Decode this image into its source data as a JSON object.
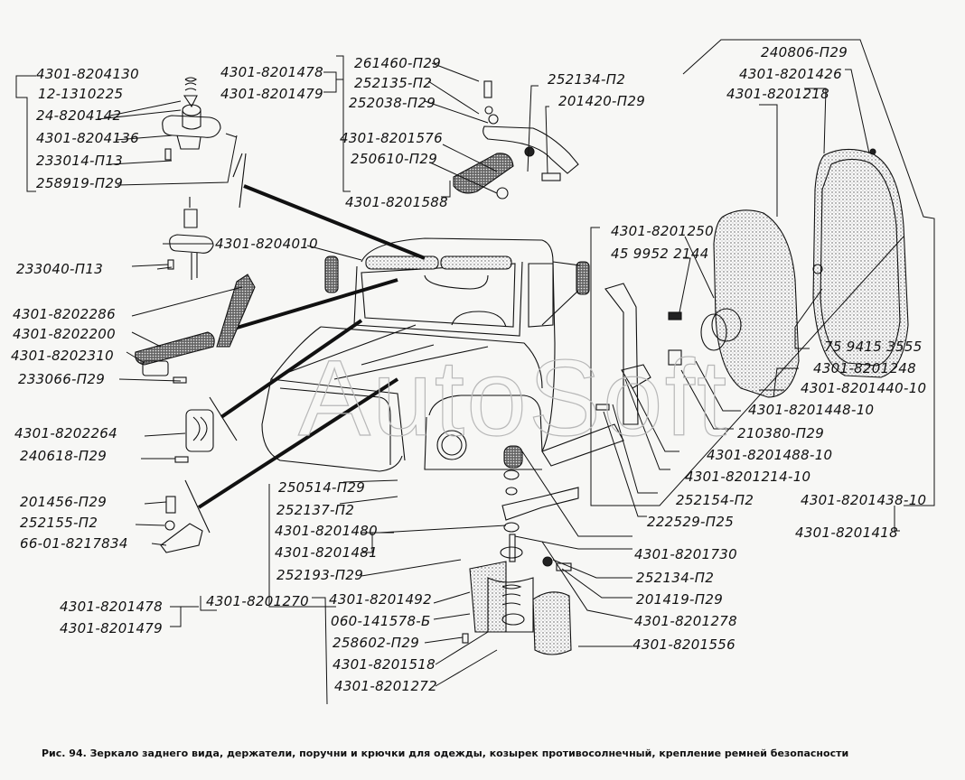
{
  "figure": {
    "caption": "Рис. 94. Зеркало заднего вида, держатели, поручни и крючки для одежды, козырек противосолнечный, крепление ремней безопасности",
    "watermark": "AutoSoft"
  },
  "labels": {
    "l4301_8204130": "4301-8204130",
    "l12_1310225": "12-1310225",
    "l24_8204142": "24-8204142",
    "l4301_8204136": "4301-8204136",
    "l233014_p13": "233014-П13",
    "l258919_p29": "258919-П29",
    "l4301_8201478_top": "4301-8201478",
    "l4301_8201479_top": "4301-8201479",
    "l261460_p29": "261460-П29",
    "l252135_p2": "252135-П2",
    "l252038_p29": "252038-П29",
    "l4301_8201576": "4301-8201576",
    "l250610_p29": "250610-П29",
    "l4301_8201588": "4301-8201588",
    "l252134_p2_top": "252134-П2",
    "l201420_p29": "201420-П29",
    "l240806_p29": "240806-П29",
    "l4301_8201426": "4301-8201426",
    "l4301_8201218": "4301-8201218",
    "l4301_8204010": "4301-8204010",
    "l233040_p13": "233040-П13",
    "l4301_8201250": "4301-8201250",
    "l45_9952_2144": "45 9952  2144",
    "l4301_8202286": "4301-8202286",
    "l4301_8202200": "4301-8202200",
    "l4301_8202310": "4301-8202310",
    "l233066_p29": "233066-П29",
    "l75_9415_3555": "75 9415 3555",
    "l4301_8201248": "4301-8201248",
    "l4301_8201440_10": "4301-8201440-10",
    "l4301_8201448_10": "4301-8201448-10",
    "l210380_p29": "210380-П29",
    "l4301_8201488_10": "4301-8201488-10",
    "l4301_8201214_10": "4301-8201214-10",
    "l252154_p2": "252154-П2",
    "l222529_p25": "222529-П25",
    "l4301_8201438_10": "4301-8201438-10",
    "l4301_8201418": "4301-8201418",
    "l4301_8202264": "4301-8202264",
    "l240618_p29": "240618-П29",
    "l201456_p29": "201456-П29",
    "l252155_p2": "252155-П2",
    "l66_01_8217834": "66-01-8217834",
    "l250514_p29": "250514-П29",
    "l252137_p2": "252137-П2",
    "l4301_8201480": "4301-8201480",
    "l4301_8201481": "4301-8201481",
    "l252193_p29": "252193-П29",
    "l4301_8201730": "4301-8201730",
    "l252134_p2_bot": "252134-П2",
    "l201419_p29": "201419-П29",
    "l4301_8201278": "4301-8201278",
    "l4301_8201556": "4301-8201556",
    "l4301_8201478_bot": "4301-8201478",
    "l4301_8201479_bot": "4301-8201479",
    "l4301_8201270": "4301-8201270",
    "l4301_8201492": "4301-8201492",
    "l060_141578_b": "060-141578-Б",
    "l258602_p29": "258602-П29",
    "l4301_8201518": "4301-8201518",
    "l4301_8201272": "4301-8201272"
  }
}
